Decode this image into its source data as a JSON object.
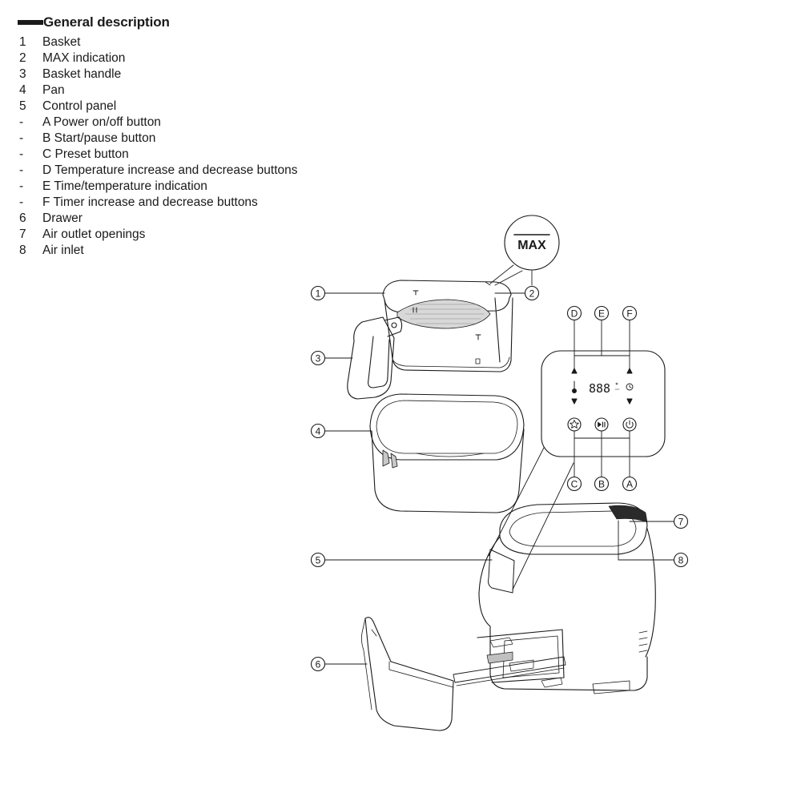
{
  "heading": {
    "title": "General description"
  },
  "parts": [
    {
      "num": "1",
      "label": "Basket"
    },
    {
      "num": "2",
      "label": "MAX indication"
    },
    {
      "num": "3",
      "label": "Basket handle"
    },
    {
      "num": "4",
      "label": "Pan"
    },
    {
      "num": "5",
      "label": "Control panel"
    },
    {
      "num": "-",
      "label": "A Power on/off button"
    },
    {
      "num": "-",
      "label": "B Start/pause button"
    },
    {
      "num": "-",
      "label": "C Preset button"
    },
    {
      "num": "-",
      "label": "D Temperature increase and decrease buttons"
    },
    {
      "num": "-",
      "label": "E Time/temperature indication"
    },
    {
      "num": "-",
      "label": "F Timer increase and decrease buttons"
    },
    {
      "num": "6",
      "label": "Drawer"
    },
    {
      "num": "7",
      "label": "Air outlet openings"
    },
    {
      "num": "8",
      "label": "Air inlet"
    }
  ],
  "diagram": {
    "max_label": "MAX",
    "lcd_readout": "888",
    "callouts": {
      "c1": "1",
      "c2": "2",
      "c3": "3",
      "c4": "4",
      "c5": "5",
      "c6": "6",
      "c7": "7",
      "c8": "8",
      "cA": "A",
      "cB": "B",
      "cC": "C",
      "cD": "D",
      "cE": "E",
      "cF": "F"
    }
  }
}
